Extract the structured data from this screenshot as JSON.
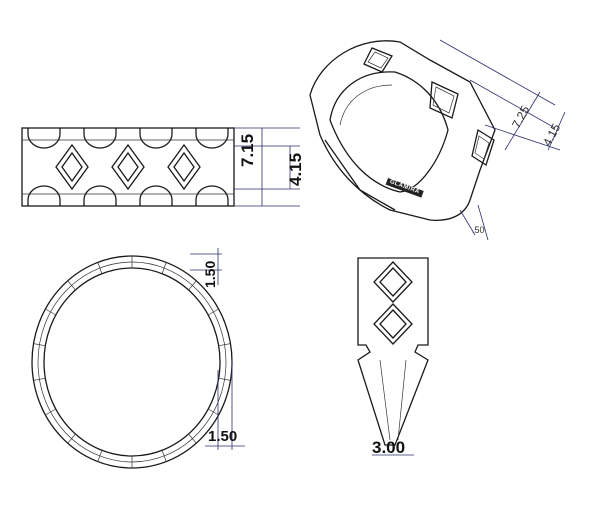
{
  "views": {
    "front": {
      "height_dim": "7.15",
      "inner_dim": "4.15"
    },
    "perspective": {
      "height_dim": "7.25",
      "inner_dim": "4.15",
      "thickness_dim": ".50",
      "engraving": "GLAMIRA"
    },
    "top": {
      "top_thickness_dim": "1.50",
      "bottom_thickness_dim": "1.50"
    },
    "side": {
      "width_dim": "3.00"
    }
  },
  "colors": {
    "line": "#1a1a1a",
    "dimension": "#2a2f6e"
  }
}
